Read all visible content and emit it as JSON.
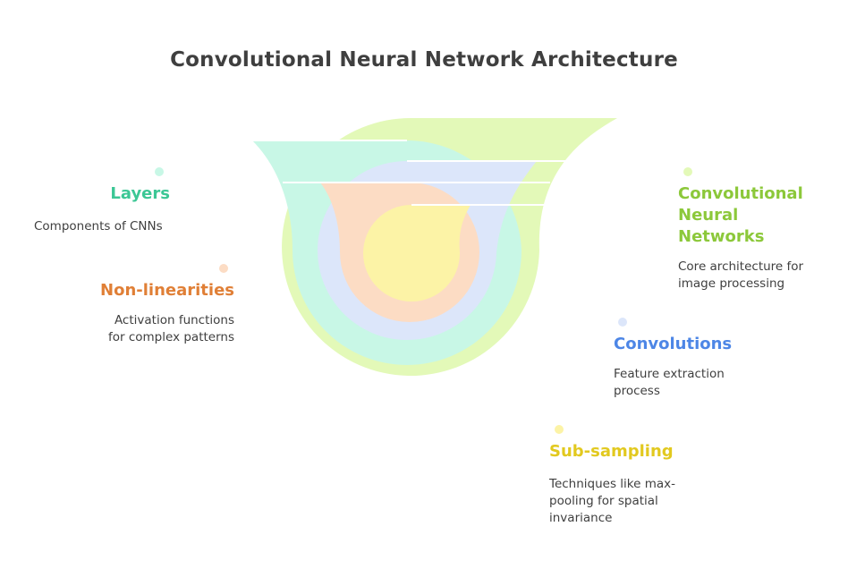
{
  "title": "Convolutional Neural Network Architecture",
  "items": {
    "layers": {
      "heading": "Layers",
      "description": "Components of CNNs",
      "color": "#3cc795",
      "fill": "#c8f7e6"
    },
    "non_linearities": {
      "heading": "Non-linearities",
      "description_lines": [
        "Activation functions",
        "for complex patterns"
      ],
      "color": "#e07f36",
      "fill": "#fcdcc4"
    },
    "cnn": {
      "heading_lines": [
        "Convolutional",
        "Neural",
        "Networks"
      ],
      "description_lines": [
        "Core architecture for",
        "image processing"
      ],
      "color": "#8cc83a",
      "fill": "#e3f9b8"
    },
    "convolutions": {
      "heading": "Convolutions",
      "description_lines": [
        "Feature extraction",
        "process"
      ],
      "color": "#4d86e6",
      "fill": "#dce6fa"
    },
    "sub_sampling": {
      "heading": "Sub-sampling",
      "description_lines": [
        "Techniques like max-",
        "pooling for spatial",
        "invariance"
      ],
      "color": "#e2c91f",
      "fill": "#fcf3a6"
    }
  }
}
